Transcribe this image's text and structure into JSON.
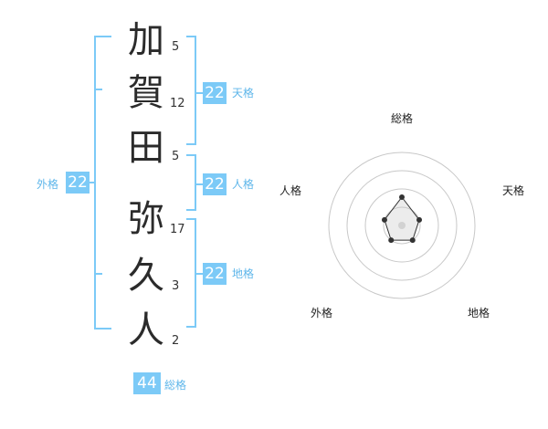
{
  "name": {
    "surname": [
      {
        "char": "加",
        "strokes": "5"
      },
      {
        "char": "賀",
        "strokes": "12"
      },
      {
        "char": "田",
        "strokes": "5"
      }
    ],
    "given": [
      {
        "char": "弥",
        "strokes": "17"
      },
      {
        "char": "久",
        "strokes": "3"
      },
      {
        "char": "人",
        "strokes": "2"
      }
    ]
  },
  "fortunes": {
    "tenkaku": {
      "label": "天格",
      "value": "22"
    },
    "jinkaku": {
      "label": "人格",
      "value": "22"
    },
    "chikaku": {
      "label": "地格",
      "value": "22"
    },
    "gaikaku": {
      "label": "外格",
      "value": "22"
    },
    "soukaku": {
      "label": "総格",
      "value": "44"
    }
  },
  "radar": {
    "labels": {
      "top": "総格",
      "right": "天格",
      "bottom_right": "地格",
      "bottom_left": "外格",
      "left": "人格"
    },
    "rings": 4,
    "levels": [
      1.55,
      1.0,
      1.0,
      1.0,
      1.0
    ]
  },
  "colors": {
    "accent": "#7ccaf7",
    "accent_text": "#5eb6ea",
    "ring": "#c8c8c8",
    "point": "#333333"
  }
}
